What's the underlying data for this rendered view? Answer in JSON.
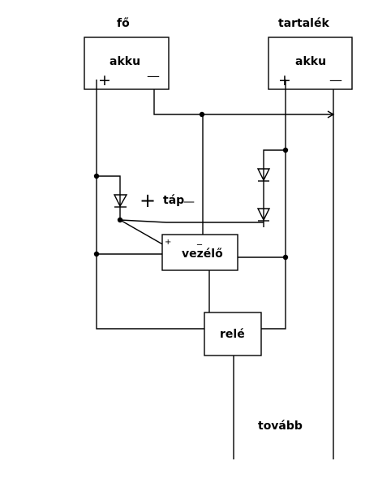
{
  "labels": {
    "main": "fő",
    "backup": "tartalék",
    "battery_main": "akku",
    "battery_backup": "akku",
    "supply": "táp",
    "controller": "vezélő",
    "relay": "relé",
    "onward": "tovább"
  },
  "symbols": {
    "plus": "+",
    "minus": "—",
    "controller_plus": "+",
    "controller_minus": "_"
  }
}
